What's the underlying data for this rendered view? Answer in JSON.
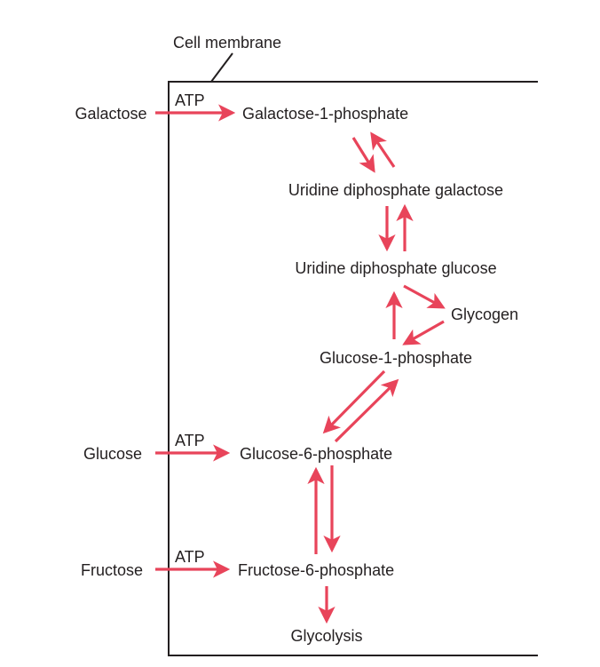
{
  "colors": {
    "arrow": "#e8445a",
    "membrane": "#231f20"
  },
  "labels": {
    "cell_membrane": "Cell membrane",
    "atp": "ATP",
    "galactose": "Galactose",
    "galactose_1_phosphate": "Galactose-1-phosphate",
    "udp_galactose": "Uridine diphosphate galactose",
    "udp_glucose": "Uridine diphosphate glucose",
    "glycogen": "Glycogen",
    "glucose_1_phosphate": "Glucose-1-phosphate",
    "glucose": "Glucose",
    "glucose_6_phosphate": "Glucose-6-phosphate",
    "fructose": "Fructose",
    "fructose_6_phosphate": "Fructose-6-phosphate",
    "glycolysis": "Glycolysis"
  }
}
